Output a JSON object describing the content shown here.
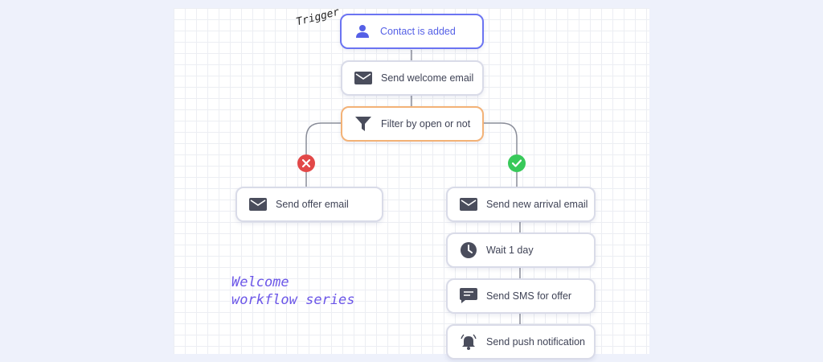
{
  "diagram": {
    "trigger_label": "Trigger",
    "series_title": [
      "Welcome",
      "workflow series"
    ],
    "nodes": {
      "trigger": {
        "label": "Contact is added",
        "icon": "user-icon"
      },
      "welcome_email": {
        "label": "Send welcome email",
        "icon": "email-icon"
      },
      "filter": {
        "label": "Filter by open or not",
        "icon": "filter-icon"
      },
      "offer_email": {
        "label": "Send offer email",
        "icon": "email-icon"
      },
      "new_arrival_email": {
        "label": "Send new arrival email",
        "icon": "email-icon"
      },
      "wait": {
        "label": "Wait 1 day",
        "icon": "clock-icon"
      },
      "sms": {
        "label": "Send SMS for offer",
        "icon": "sms-icon"
      },
      "push": {
        "label": "Send push notification",
        "icon": "bell-icon"
      }
    },
    "branches": {
      "no": "x-icon",
      "yes": "check-icon"
    },
    "colors": {
      "trigger_border": "#6b74f2",
      "filter_border": "#f3b277",
      "no_badge": "#e24848",
      "yes_badge": "#38c95a",
      "title": "#6b56e8"
    }
  }
}
